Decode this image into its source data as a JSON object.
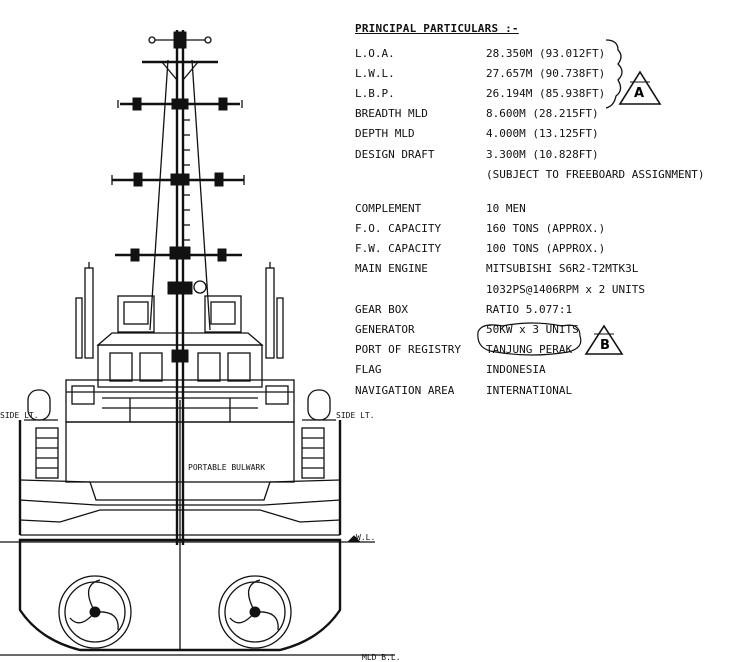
{
  "particulars": {
    "title": "PRINCIPAL PARTICULARS :-",
    "group1": [
      {
        "label": "L.O.A.",
        "value": "28.350M (93.012FT)"
      },
      {
        "label": "L.W.L.",
        "value": "27.657M (90.738FT)"
      },
      {
        "label": "L.B.P.",
        "value": "26.194M (85.938FT)"
      },
      {
        "label": "BREADTH MLD",
        "value": "8.600M (28.215FT)"
      },
      {
        "label": "DEPTH MLD",
        "value": "4.000M (13.125FT)"
      },
      {
        "label": "DESIGN DRAFT",
        "value": "3.300M (10.828FT)"
      },
      {
        "label": "",
        "value": "(SUBJECT TO FREEBOARD ASSIGNMENT)"
      }
    ],
    "group2": [
      {
        "label": "COMPLEMENT",
        "value": "10 MEN"
      },
      {
        "label": "F.O. CAPACITY",
        "value": "160 TONS (APPROX.)"
      },
      {
        "label": "F.W. CAPACITY",
        "value": "100 TONS (APPROX.)"
      },
      {
        "label": "MAIN ENGINE",
        "value": "MITSUBISHI S6R2-T2MTK3L"
      },
      {
        "label": "",
        "value": "1032PS@1406RPM x 2 UNITS"
      },
      {
        "label": "GEAR BOX",
        "value": "RATIO 5.077:1"
      },
      {
        "label": "GENERATOR",
        "value": "50KW x 3 UNITS"
      },
      {
        "label": "PORT OF REGISTRY",
        "value": "TANJUNG PERAK"
      },
      {
        "label": "FLAG",
        "value": "INDONESIA"
      },
      {
        "label": "NAVIGATION AREA",
        "value": "INTERNATIONAL"
      }
    ],
    "revision_marks": {
      "first": "A",
      "second": "B"
    }
  },
  "drawing_labels": {
    "side_light_left": "SIDE LT.",
    "side_light_right": "SIDE LT.",
    "waterline": "W.L.",
    "baseline": "MLD B.L.",
    "hull_note": "PORTABLE BULWARK"
  }
}
